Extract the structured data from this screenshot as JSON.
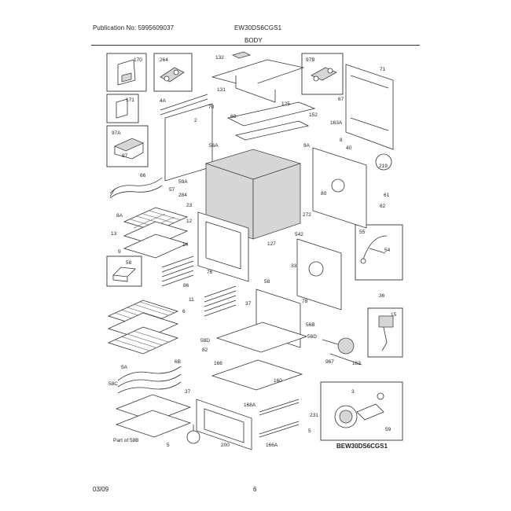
{
  "header": {
    "publication": "Publication No: 5995609037",
    "model": "EW30DS6CGS1",
    "section": "BODY"
  },
  "footer": {
    "date": "03/09",
    "page": "6"
  },
  "diagram_id": "BEW30DS6CGS1",
  "callouts": {
    "c170": "170",
    "c264": "264",
    "c132": "132",
    "c97b": "97B",
    "c71": "71",
    "c171": "171",
    "c4a": "4A",
    "c131": "131",
    "c70": "70",
    "c125": "125",
    "c67": "67",
    "c97a": "97A",
    "c97": "97",
    "c68": "68",
    "c2": "2",
    "c152": "152",
    "c163a": "163A",
    "c56a": "56A",
    "c9a": "9A",
    "c8": "8",
    "c40": "40",
    "c219": "219",
    "c66": "66",
    "c59a": "59A",
    "c57": "57",
    "c284": "284",
    "c61": "61",
    "c23": "23",
    "c272": "272",
    "c80": "80",
    "c62": "62",
    "c8a": "8A",
    "c12": "12",
    "c13": "13",
    "c14": "14",
    "c127": "127",
    "c542": "542",
    "c55": "55",
    "c54": "54",
    "c9": "9",
    "c76": "76",
    "c33": "33",
    "c58": "58",
    "c86": "86",
    "c11": "11",
    "c78": "78",
    "c36": "36",
    "c6": "6",
    "c56b": "56B",
    "c15": "15",
    "c58d": "58D",
    "c82": "82",
    "c56d": "56D",
    "c6b": "6B",
    "c166": "166",
    "c967": "967",
    "c163": "163",
    "c5a": "5A",
    "c58c": "58C",
    "c37": "37",
    "c160": "160",
    "c168a": "168A",
    "c231": "231",
    "c5": "5",
    "c166a": "166A",
    "c200": "200",
    "part_of_58b": "Part of 58B",
    "c5b": "5",
    "c3": "3",
    "c59": "59",
    "c58b": "58"
  },
  "colors": {
    "ink": "#222222",
    "paper": "#ffffff",
    "part_fill": "#d6d6d6"
  }
}
